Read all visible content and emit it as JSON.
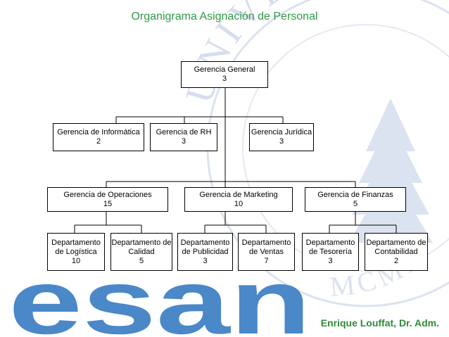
{
  "slide": {
    "title": "Organigrama Asignación de Personal",
    "author": "Enrique Louffat, Dr. Adm."
  },
  "logo": {
    "text": "esan",
    "color": "#4a88c8"
  },
  "seal": {
    "text": "UNIVERSIDAD ESAN MCMLXIII",
    "color": "#c8d4e8"
  },
  "org": {
    "root": {
      "name": "Gerencia General",
      "count": "3"
    },
    "staff": [
      {
        "name": "Gerencia de Informática",
        "count": "2"
      },
      {
        "name": "Gerencia de RH",
        "count": "3"
      },
      {
        "name": "Gerencia Jurídica",
        "count": "3"
      }
    ],
    "line": [
      {
        "name": "Gerencia  de Operaciones",
        "count": "15"
      },
      {
        "name": "Gerencia  de Marketing",
        "count": "10"
      },
      {
        "name": "Gerencia de Finanzas",
        "count": "5"
      }
    ],
    "departments": [
      {
        "name": "Departamento de Logística",
        "count": "10"
      },
      {
        "name": "Departamento de Calidad",
        "count": "5"
      },
      {
        "name": "Departamento de Publicidad",
        "count": "3"
      },
      {
        "name": "Departamento de Ventas",
        "count": "7"
      },
      {
        "name": "Departamento de Tesorería",
        "count": "3"
      },
      {
        "name": "Departamento de Contabilidad",
        "count": "2"
      }
    ]
  },
  "colors": {
    "title": "#2e9a46",
    "author": "#2e8b3a",
    "line": "#000000"
  }
}
